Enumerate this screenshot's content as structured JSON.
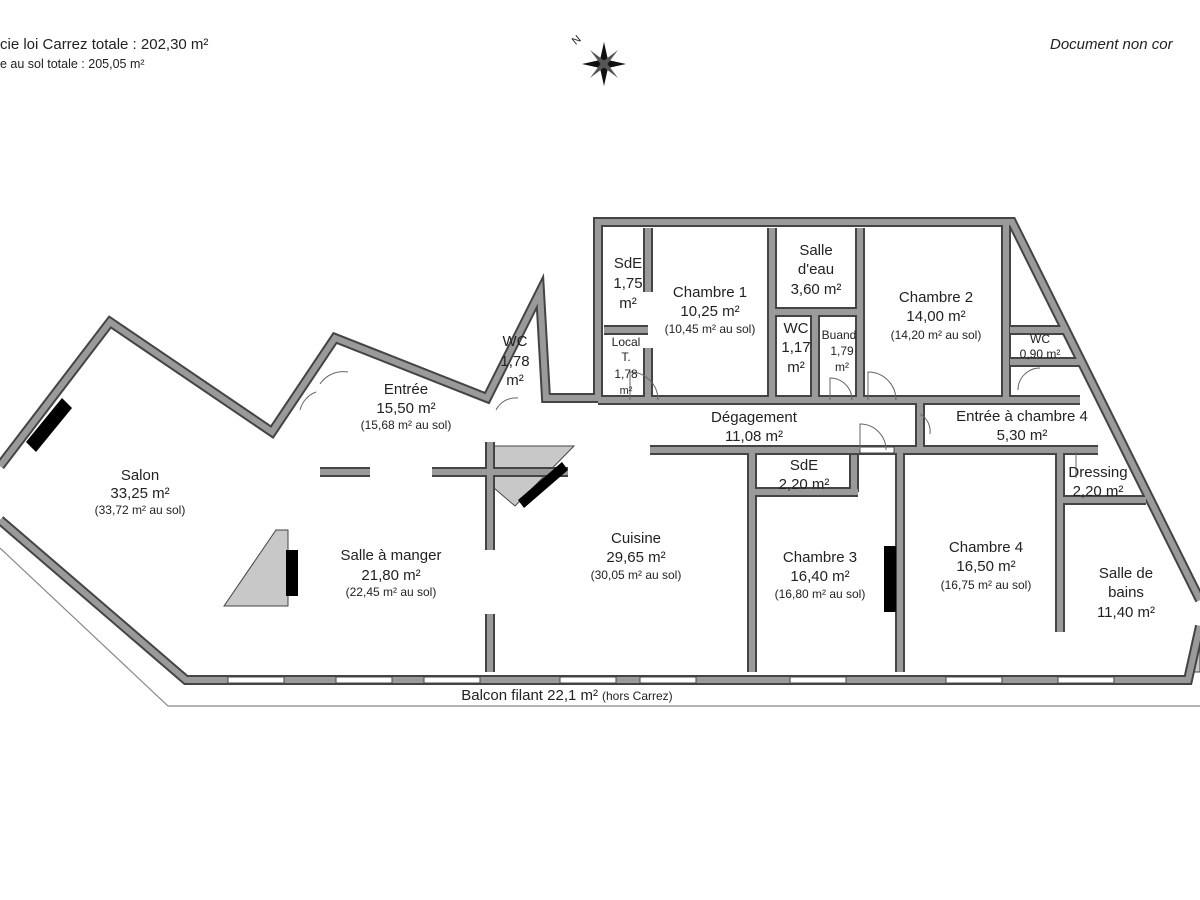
{
  "header": {
    "carrez_total": "cie loi Carrez totale :  202,30 m²",
    "sol_total": "e au sol totale :  205,05 m²",
    "document_note": "Document non cor",
    "compass_label": "N"
  },
  "rooms": {
    "salon": {
      "name": "Salon",
      "area": "33,25 m²",
      "floor": "(33,72 m² au sol)"
    },
    "salle_manger": {
      "name": "Salle à manger",
      "area": "21,80 m²",
      "floor": "(22,45 m² au sol)"
    },
    "entree": {
      "name": "Entrée",
      "area": "15,50 m²",
      "floor": "(15,68 m² au sol)"
    },
    "wc1": {
      "name": "WC",
      "area1": "1,78",
      "area2": "m²"
    },
    "sde1": {
      "name": "SdE",
      "area1": "1,75",
      "area2": "m²"
    },
    "local": {
      "name1": "Local",
      "name2": "T.",
      "area1": "1,78",
      "area2": "m²"
    },
    "chambre1": {
      "name": "Chambre 1",
      "area": "10,25 m²",
      "floor": "(10,45 m² au sol)"
    },
    "salle_eau": {
      "name1": "Salle",
      "name2": "d'eau",
      "area": "3,60 m²"
    },
    "wc2": {
      "name": "WC",
      "area1": "1,17",
      "area2": "m²"
    },
    "buand": {
      "name": "Buand",
      "area1": "1,79",
      "area2": "m²"
    },
    "chambre2": {
      "name": "Chambre 2",
      "area": "14,00 m²",
      "floor": "(14,20 m² au sol)"
    },
    "wc3": {
      "name": "WC",
      "area": "0,90 m²"
    },
    "degagement": {
      "name": "Dégagement",
      "area": "11,08 m²"
    },
    "entree_ch4": {
      "name": "Entrée à chambre 4",
      "area": "5,30 m²"
    },
    "cuisine": {
      "name": "Cuisine",
      "area": "29,65 m²",
      "floor": "(30,05 m² au sol)"
    },
    "sde2": {
      "name": "SdE",
      "area": "2,20 m²"
    },
    "chambre3": {
      "name": "Chambre 3",
      "area": "16,40 m²",
      "floor": "(16,80 m² au sol)"
    },
    "chambre4": {
      "name": "Chambre 4",
      "area": "16,50 m²",
      "floor": "(16,75 m² au sol)"
    },
    "dressing": {
      "name": "Dressing",
      "area": "2,20 m²"
    },
    "sdb": {
      "name1": "Salle de",
      "name2": "bains",
      "area": "11,40 m²"
    }
  },
  "balcony": {
    "label": "Balcon filant 22,1 m²",
    "note": "(hors Carrez)"
  },
  "colors": {
    "wall": "#9a9a9a",
    "wall_edge": "#444444",
    "chimney": "#000000",
    "fill_grey": "#c8c8c8"
  }
}
